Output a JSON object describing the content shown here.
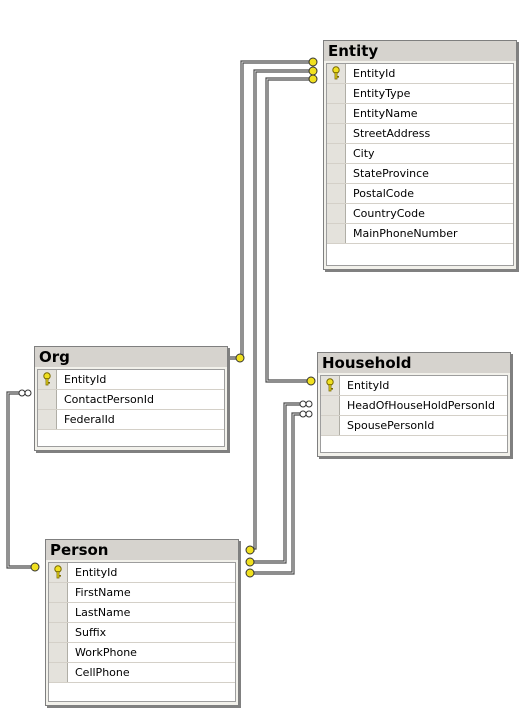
{
  "tables": [
    {
      "id": "entity",
      "title": "Entity",
      "columns": [
        {
          "name": "EntityId",
          "pk": true
        },
        {
          "name": "EntityType",
          "pk": false
        },
        {
          "name": "EntityName",
          "pk": false
        },
        {
          "name": "StreetAddress",
          "pk": false
        },
        {
          "name": "City",
          "pk": false
        },
        {
          "name": "StateProvince",
          "pk": false
        },
        {
          "name": "PostalCode",
          "pk": false
        },
        {
          "name": "CountryCode",
          "pk": false
        },
        {
          "name": "MainPhoneNumber",
          "pk": false
        }
      ]
    },
    {
      "id": "org",
      "title": "Org",
      "columns": [
        {
          "name": "EntityId",
          "pk": true
        },
        {
          "name": "ContactPersonId",
          "pk": false
        },
        {
          "name": "FederalId",
          "pk": false
        }
      ]
    },
    {
      "id": "household",
      "title": "Household",
      "columns": [
        {
          "name": "EntityId",
          "pk": true
        },
        {
          "name": "HeadOfHouseHoldPersonId",
          "pk": false
        },
        {
          "name": "SpousePersonId",
          "pk": false
        }
      ]
    },
    {
      "id": "person",
      "title": "Person",
      "columns": [
        {
          "name": "EntityId",
          "pk": true
        },
        {
          "name": "FirstName",
          "pk": false
        },
        {
          "name": "LastName",
          "pk": false
        },
        {
          "name": "Suffix",
          "pk": false
        },
        {
          "name": "WorkPhone",
          "pk": false
        },
        {
          "name": "CellPhone",
          "pk": false
        }
      ]
    }
  ],
  "relationships": [
    {
      "from": "org.EntityId",
      "to": "entity.EntityId"
    },
    {
      "from": "household.EntityId",
      "to": "entity.EntityId"
    },
    {
      "from": "person.EntityId",
      "to": "entity.EntityId"
    },
    {
      "from": "org.ContactPersonId",
      "to": "person.EntityId"
    },
    {
      "from": "household.HeadOfHouseHoldPersonId",
      "to": "person.EntityId"
    },
    {
      "from": "household.SpousePersonId",
      "to": "person.EntityId"
    }
  ],
  "colors": {
    "title_bar": "#d6d3ce",
    "key_icon": "#f0e020",
    "line": "#4a4a4a"
  }
}
